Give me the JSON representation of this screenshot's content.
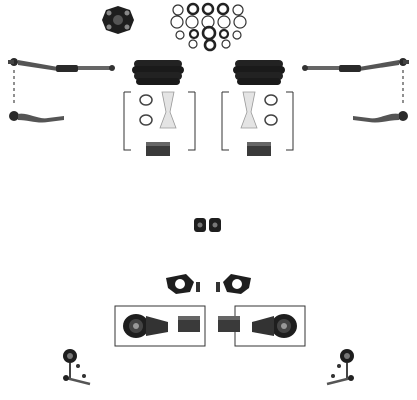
{
  "colors": {
    "dark": "#1e1e1e",
    "mid": "#555555",
    "light": "#b8b8b8",
    "steel": "#d9d9d9",
    "paper": "#f2f2f2",
    "line": "#333333"
  },
  "parts": [
    {
      "name": "flex-coupling-disc",
      "icon": "coupling-icon"
    },
    {
      "name": "steering-rack-seal-kit",
      "icon": "seal-ring-icon"
    },
    {
      "name": "left-tie-rod-assembly",
      "icon": "tie-rod-icon"
    },
    {
      "name": "right-tie-rod-assembly",
      "icon": "tie-rod-icon"
    },
    {
      "name": "left-rack-boot-kit",
      "icon": "bellows-icon"
    },
    {
      "name": "right-rack-boot-kit",
      "icon": "bellows-icon"
    },
    {
      "name": "stabilizer-bushings",
      "icon": "bushing-icon"
    },
    {
      "name": "control-arm-bushing-brackets",
      "icon": "bracket-icon"
    },
    {
      "name": "left-control-arm-bushing-kit",
      "icon": "bushing-icon"
    },
    {
      "name": "right-control-arm-bushing-kit",
      "icon": "bushing-icon"
    },
    {
      "name": "left-sway-bar-link",
      "icon": "link-icon"
    },
    {
      "name": "right-sway-bar-link",
      "icon": "link-icon"
    }
  ]
}
